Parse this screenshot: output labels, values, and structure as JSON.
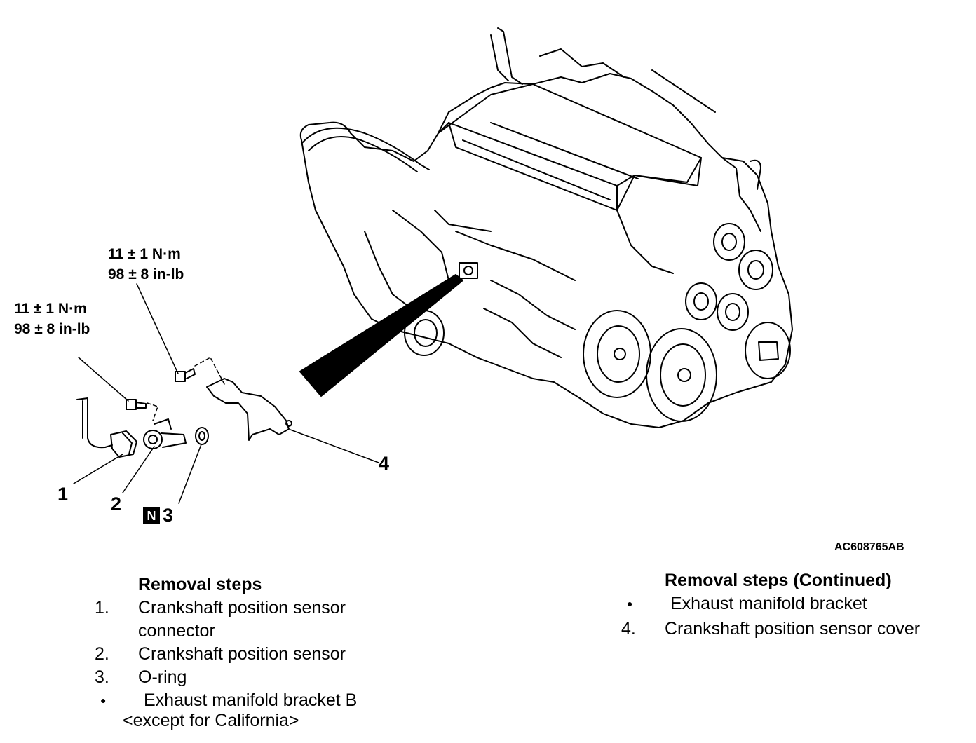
{
  "figure_id": "AC608765AB",
  "torque_labels": [
    {
      "line1": "11 ± 1 N·m",
      "line2": "98 ± 8 in-lb"
    },
    {
      "line1": "11 ± 1 N·m",
      "line2": "98 ± 8 in-lb"
    }
  ],
  "callouts": [
    "1",
    "2",
    "3",
    "4"
  ],
  "n_badge": "N",
  "removal_left": {
    "heading": "Removal steps",
    "items": [
      {
        "num": "1.",
        "text": "Crankshaft position sensor",
        "text2": "connector"
      },
      {
        "num": "2.",
        "text": "Crankshaft position sensor"
      },
      {
        "num": "3.",
        "text": "O-ring"
      },
      {
        "num": "●",
        "text": "Exhaust manifold bracket B",
        "note": "<except for California>"
      }
    ]
  },
  "removal_right": {
    "heading": "Removal steps (Continued)",
    "items": [
      {
        "num": "●",
        "text": "Exhaust manifold bracket"
      },
      {
        "num": "4.",
        "text": "Crankshaft position sensor cover"
      }
    ]
  }
}
